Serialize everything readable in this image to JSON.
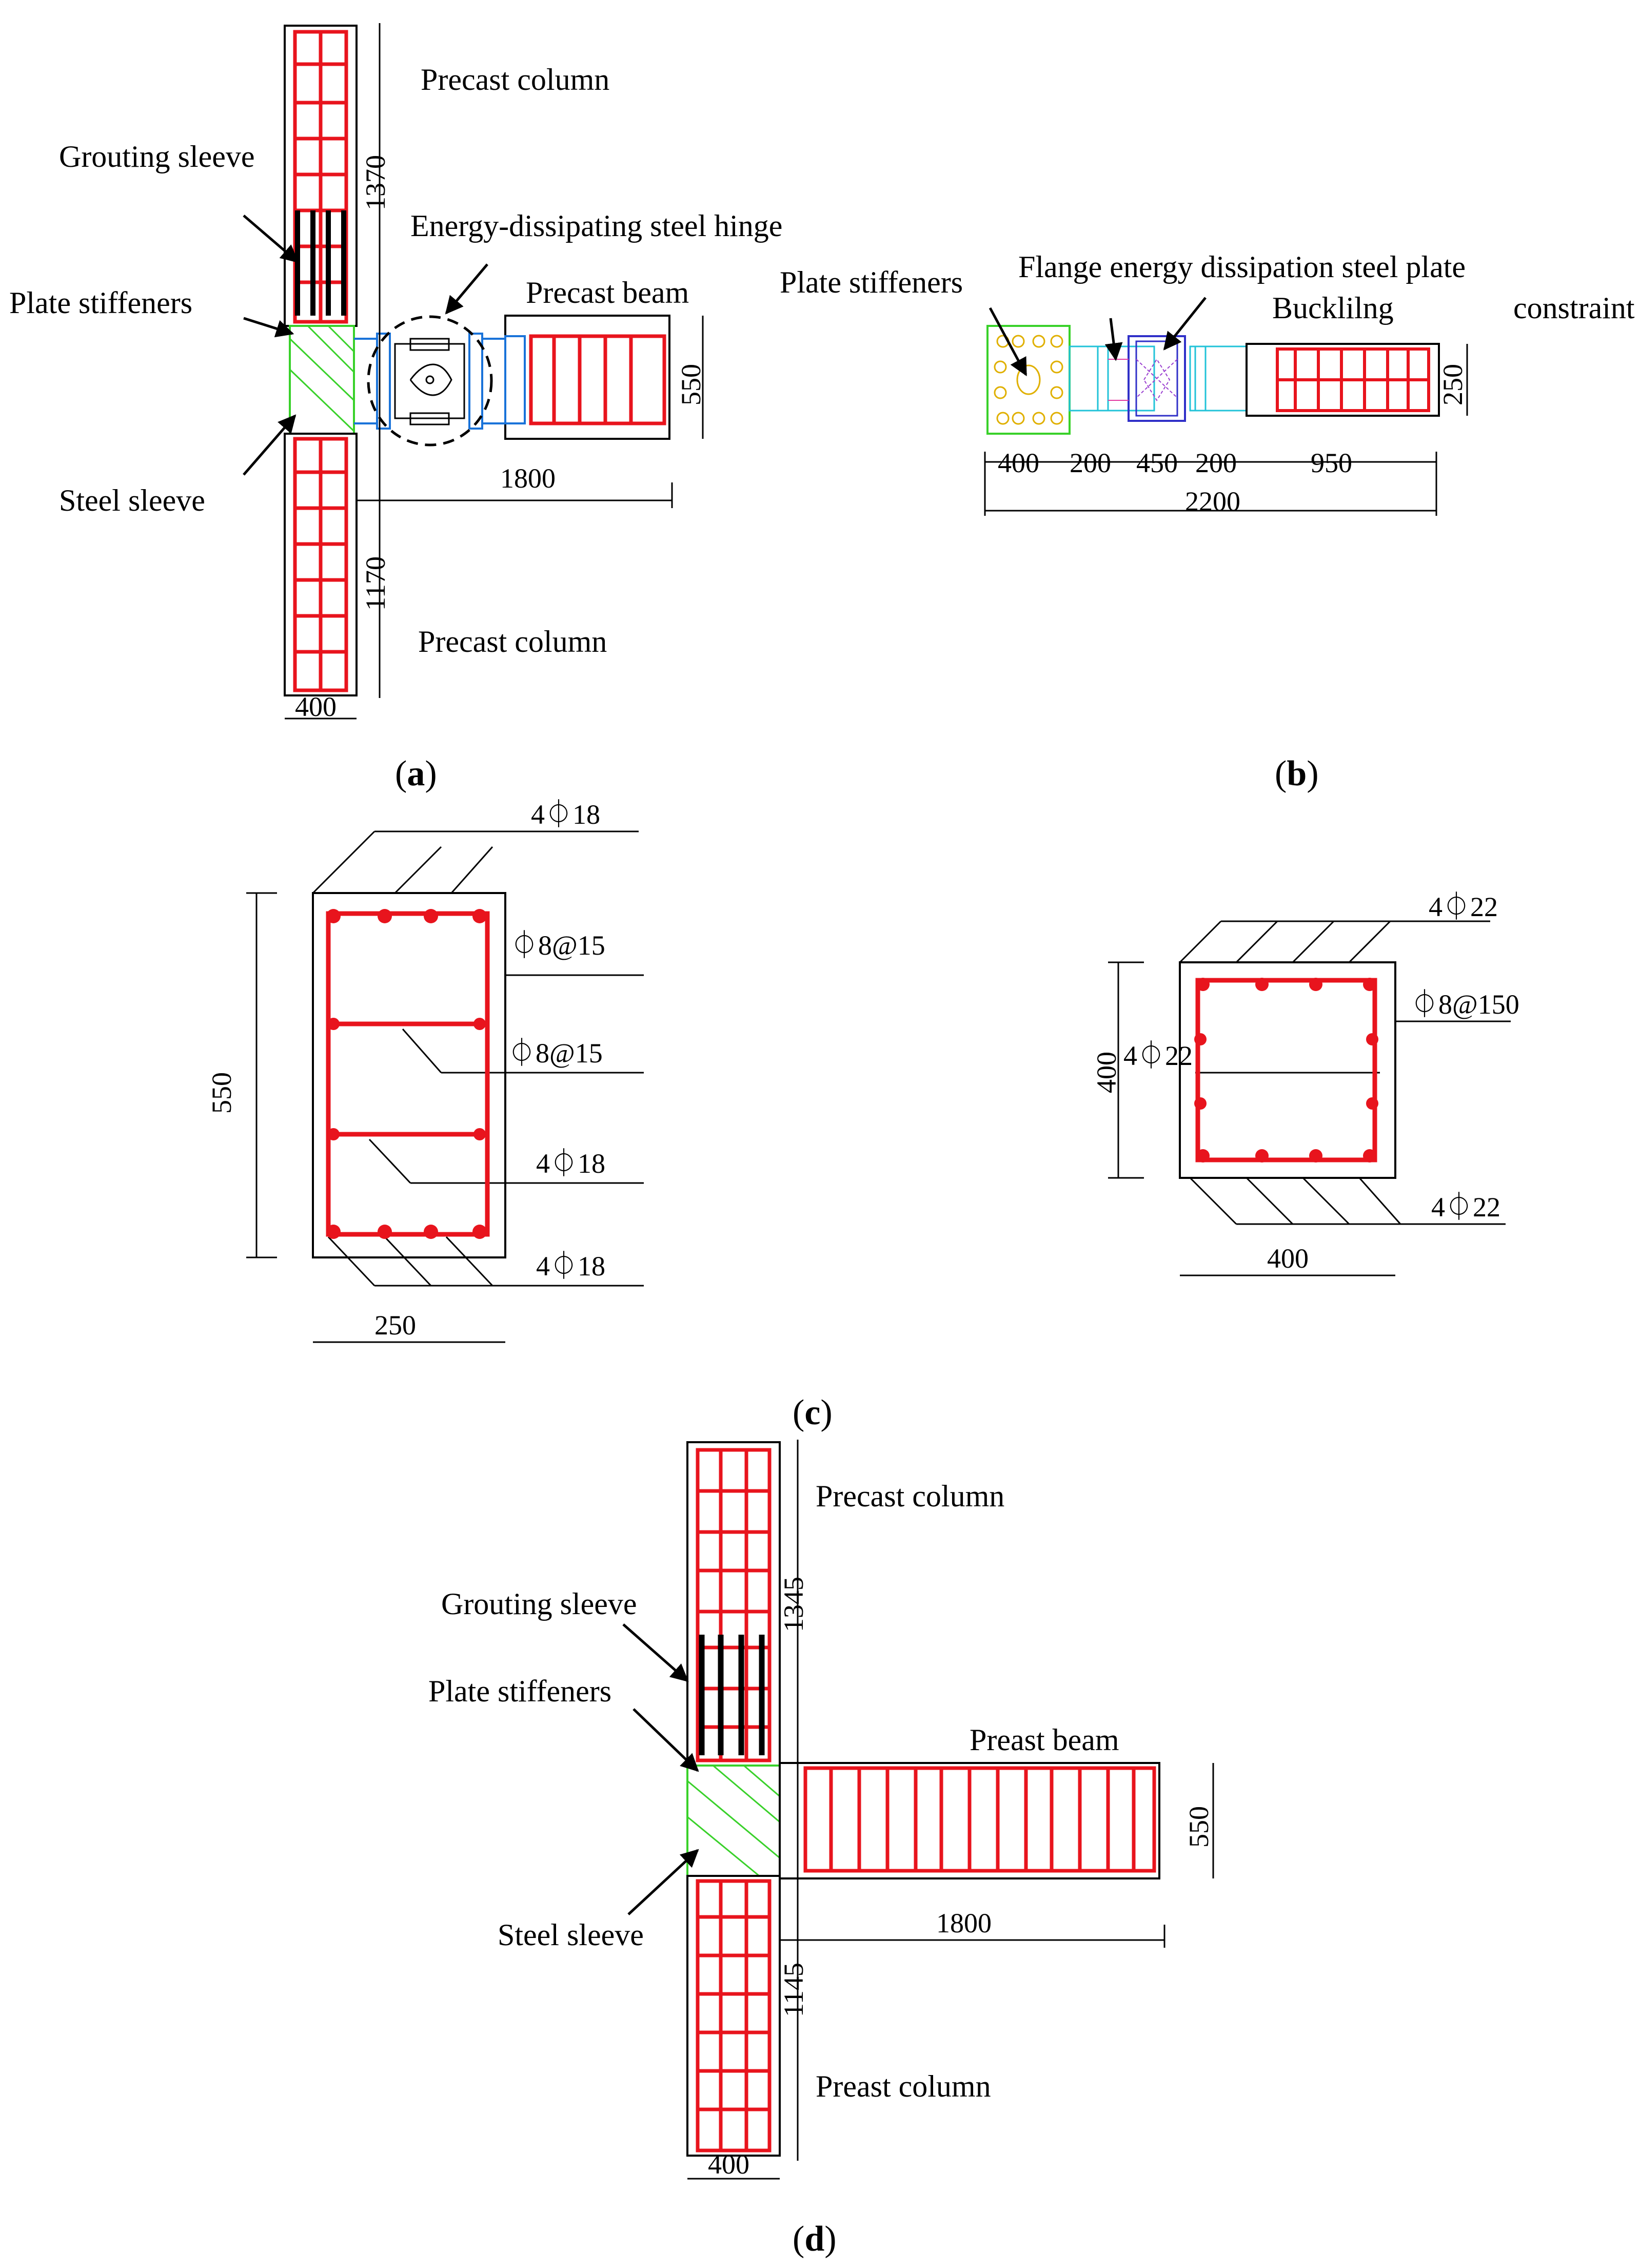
{
  "panel_a": {
    "labels": {
      "precast_column_top": "Precast column",
      "precast_column_bottom": "Precast column",
      "grouting_sleeve": "Grouting sleeve",
      "plate_stiffeners": "Plate stiffeners",
      "steel_sleeve": "Steel sleeve",
      "energy_hinge": "Energy-dissipating steel hinge",
      "precast_beam": "Precast beam"
    },
    "dims": {
      "col_top": "1370",
      "col_bottom": "1170",
      "beam_len": "1800",
      "beam_h": "550",
      "col_w": "400"
    },
    "caption_open": "(",
    "caption_letter": "a",
    "caption_close": ")"
  },
  "panel_b": {
    "labels": {
      "plate_stiffeners": "Plate stiffeners",
      "flange_plate": "Flange energy dissipation steel plate",
      "buckling": "Bucklilng",
      "constraint": "constraint"
    },
    "dims": {
      "d400": "400",
      "d200a": "200",
      "d450": "450",
      "d200b": "200",
      "d950": "950",
      "total": "2200",
      "h250": "250"
    },
    "caption_open": "(",
    "caption_letter": "b",
    "caption_close": ")"
  },
  "panel_c": {
    "beam": {
      "top": "4⏀18",
      "stirrup1": "⏀8@15",
      "stirrup2": "⏀8@15",
      "mid": "4⏀18",
      "bottom": "4⏀18",
      "height": "550",
      "width": "250"
    },
    "column": {
      "top": "4⏀22",
      "stirrup": "⏀8@150",
      "side": "4⏀22",
      "bottom": "4⏀22",
      "height": "400",
      "width": "400"
    },
    "caption_open": "(",
    "caption_letter": "c",
    "caption_close": ")"
  },
  "panel_d": {
    "labels": {
      "precast_column_top": "Precast column",
      "preast_column_bottom": "Preast column",
      "grouting_sleeve": "Grouting sleeve",
      "plate_stiffeners": "Plate stiffeners",
      "steel_sleeve": "Steel sleeve",
      "preast_beam": "Preast beam"
    },
    "dims": {
      "col_top": "1345",
      "col_bottom": "1145",
      "beam_len": "1800",
      "beam_h": "550",
      "col_w": "400"
    },
    "caption_open": "(",
    "caption_letter": "d",
    "caption_close": ")"
  },
  "colors": {
    "rebar": "#e8141d",
    "stiffener": "#39d12a",
    "sleeve": "#1a73d9",
    "hinge_plate": "#3030c8",
    "brace": "#9a3fd0",
    "bolt": "#e0b000"
  }
}
